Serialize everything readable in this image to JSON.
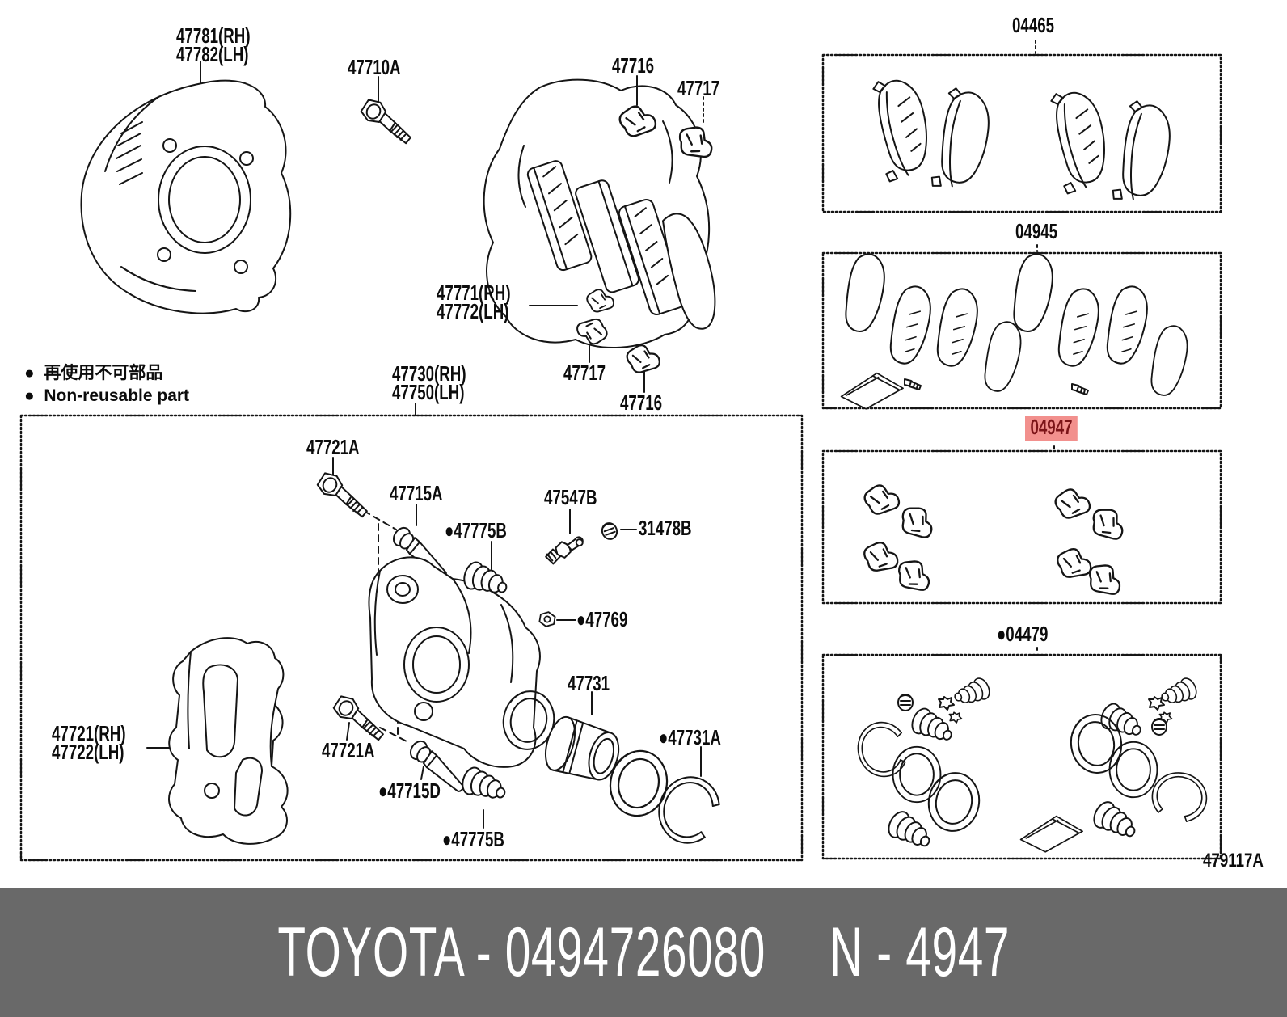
{
  "diagram": {
    "legend": {
      "non_reusable_jp": "●  再使用不可部品",
      "non_reusable_en": "●  Non-reusable part"
    },
    "part_labels": {
      "p47781": "47781(RH)\n47782(LH)",
      "p47710a": "47710A",
      "p47716_top": "47716",
      "p47717_top": "47717",
      "p47771": "47771(RH)\n47772(LH)",
      "p47717_bottom": "47717",
      "p47716_bottom": "47716",
      "p47730": "47730(RH)\n47750(LH)",
      "p47721a_top": "47721A",
      "p47715a": "47715A",
      "p47775b_upper": "●47775B",
      "p47547b": "47547B",
      "p31478b": "31478B",
      "p47769": "●47769",
      "p47731": "47731",
      "p47721_47722": "47721(RH)\n47722(LH)",
      "p47721a_bottom": "47721A",
      "p47715d": "●47715D",
      "p47775b_lower": "●47775B",
      "p47731a": "●47731A"
    },
    "kit_labels": {
      "k04465": "04465",
      "k04945": "04945",
      "k04947": "04947",
      "k04479": "●04479"
    },
    "figure_code": "479117A"
  },
  "banner": {
    "brand_part_number": "TOYOTA - 0494726080",
    "catalog_code": "N - 4947"
  },
  "colors": {
    "line": "#151515",
    "highlight_bg": "#f2908d",
    "highlight_text": "#7c1418",
    "banner_bg": "#696969",
    "banner_text": "#ffffff"
  }
}
